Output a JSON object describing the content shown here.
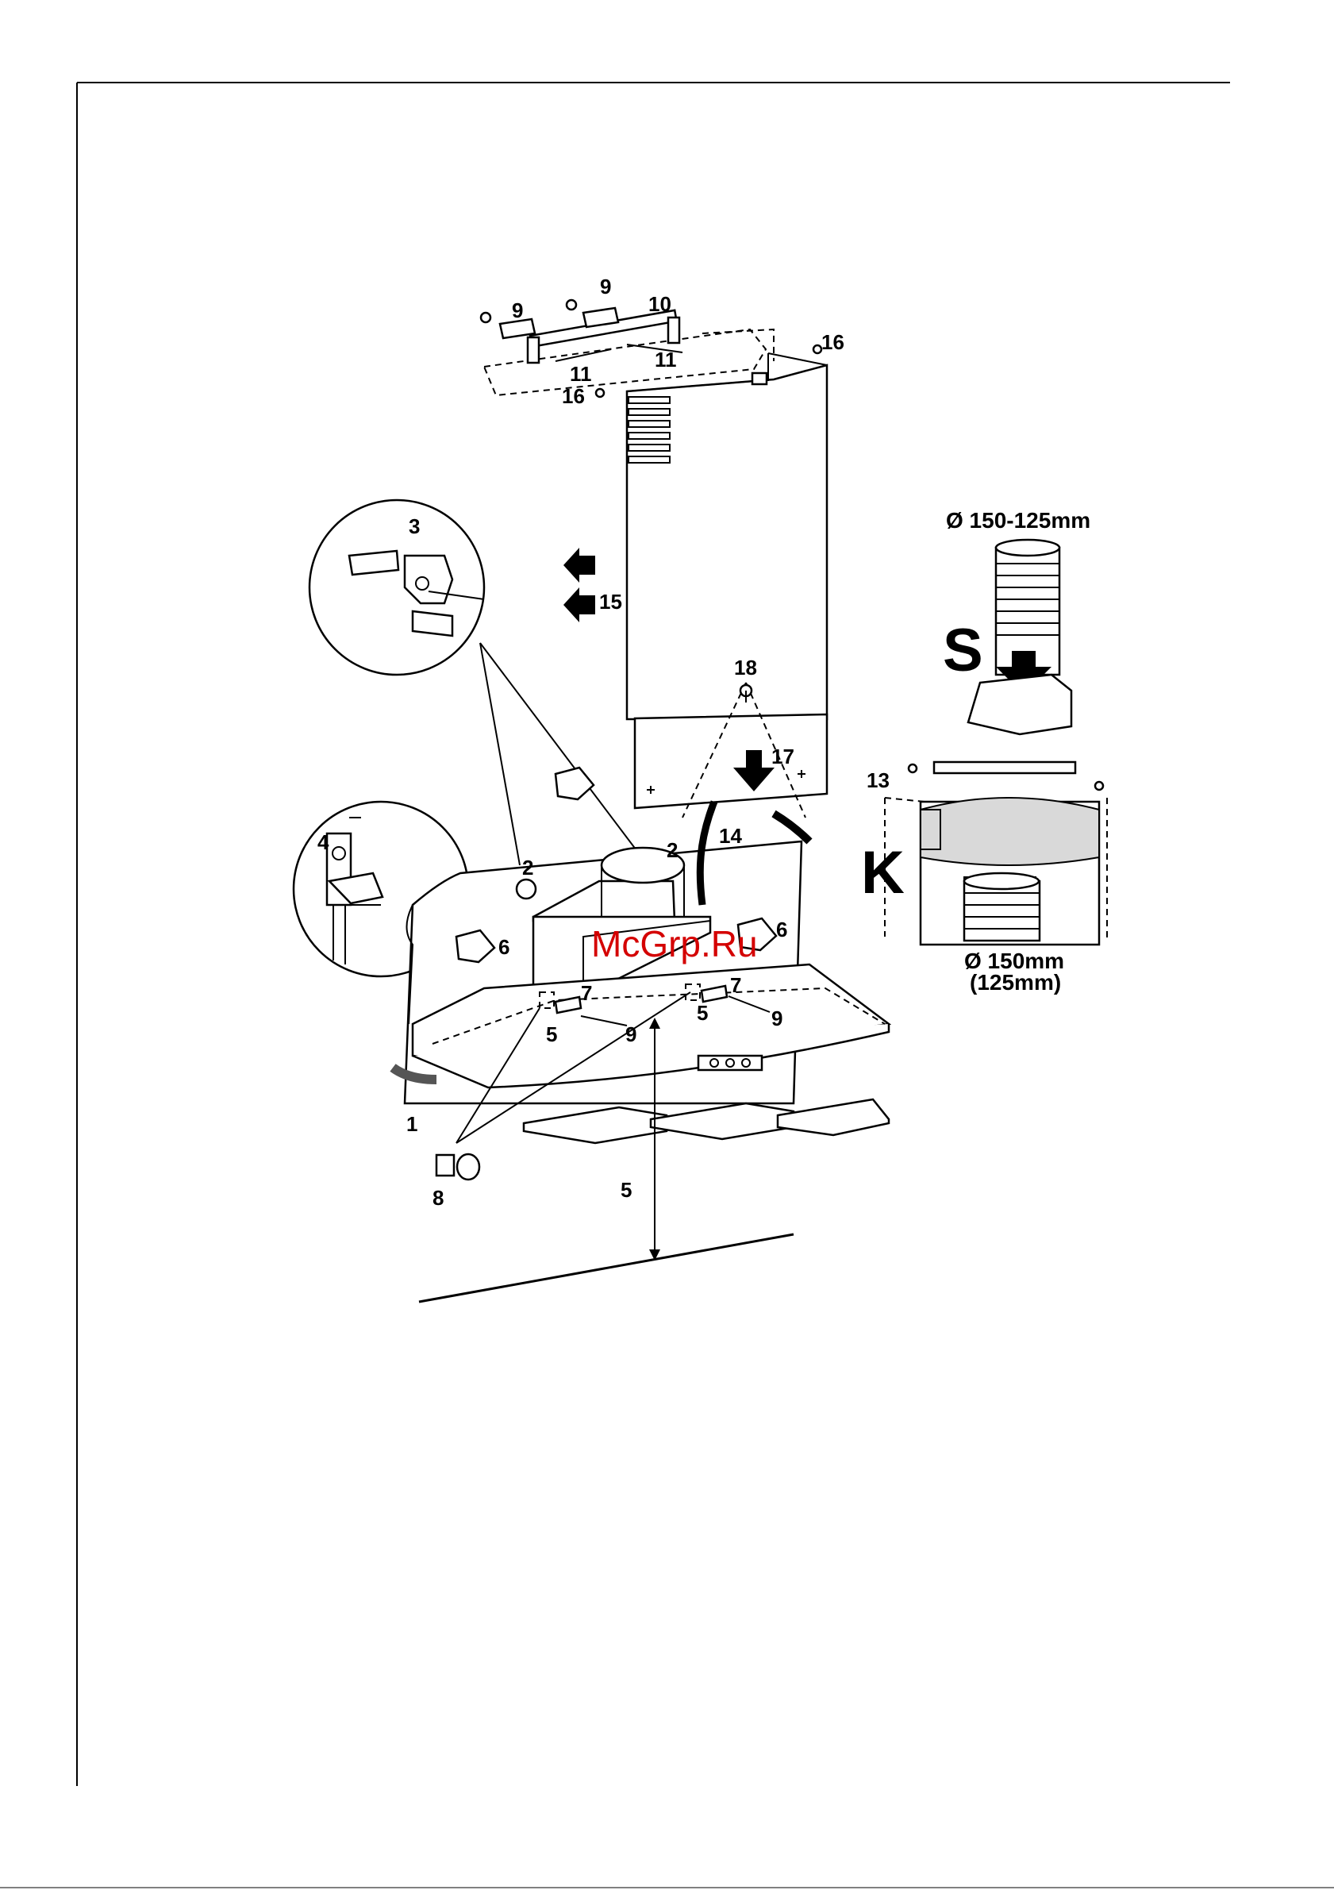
{
  "labels": {
    "n9a": "9",
    "n9b": "9",
    "n10": "10",
    "n16a": "16",
    "n11a": "11",
    "n11b": "11",
    "n16b": "16",
    "n3": "3",
    "n15": "15",
    "n18": "18",
    "n17": "17",
    "n14": "14",
    "n2a": "2",
    "n2b": "2",
    "n4": "4",
    "n6a": "6",
    "n6b": "6",
    "n7a": "7",
    "n7b": "7",
    "n5a": "5",
    "n5b": "5",
    "n9c": "9",
    "n9d": "9",
    "n1": "1",
    "n8": "8",
    "n5c": "5",
    "n13": "13"
  },
  "duct_top": "Ø 150-125mm",
  "duct_bottom_1": "Ø 150mm",
  "duct_bottom_2": "(125mm)",
  "letter_s": "S",
  "letter_k": "K",
  "watermark": "McGrp.Ru"
}
